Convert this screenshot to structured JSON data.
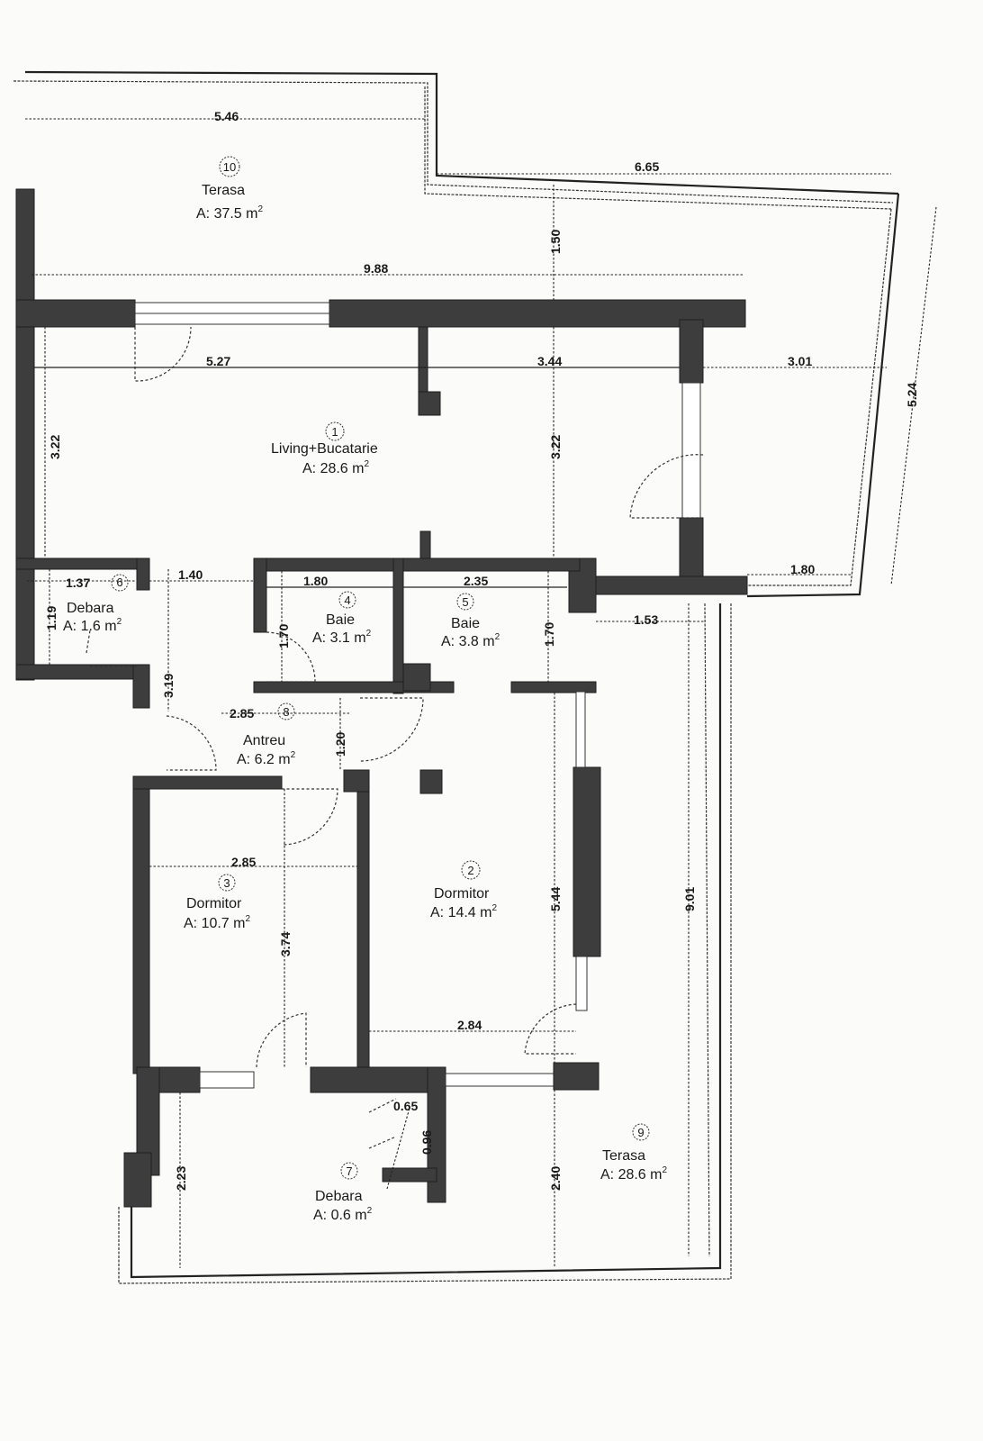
{
  "rooms": [
    {
      "id": "1",
      "name": "Living+Bucatarie",
      "area": "A: 28.6 m",
      "unit_sup": "2"
    },
    {
      "id": "2",
      "name": "Dormitor",
      "area": "A: 14.4 m",
      "unit_sup": "2"
    },
    {
      "id": "3",
      "name": "Dormitor",
      "area": "A: 10.7 m",
      "unit_sup": "2"
    },
    {
      "id": "4",
      "name": "Baie",
      "area": "A: 3.1 m",
      "unit_sup": "2"
    },
    {
      "id": "5",
      "name": "Baie",
      "area": "A: 3.8 m",
      "unit_sup": "2"
    },
    {
      "id": "6",
      "name": "Debara",
      "area": "A: 1.6 m",
      "unit_sup": "2"
    },
    {
      "id": "7",
      "name": "Debara",
      "area": "A: 0.6 m",
      "unit_sup": "2"
    },
    {
      "id": "8",
      "name": "Antreu",
      "area": "A: 6.2 m",
      "unit_sup": "2"
    },
    {
      "id": "9",
      "name": "Terasa",
      "area": "A: 28.6 m",
      "unit_sup": "2"
    },
    {
      "id": "10",
      "name": "Terasa",
      "area": "A: 37.5 m",
      "unit_sup": "2"
    }
  ],
  "dimensions": {
    "terrace_top_width": "5.46",
    "terrace_right_width": "6.65",
    "terrace_depth": "1.50",
    "living_total_width": "9.88",
    "living_left_width": "5.27",
    "living_right_width": "3.44",
    "right_terrace_width": "3.01",
    "right_terrace_height": "5.24",
    "living_height_left": "3.22",
    "living_height_mid": "3.22",
    "debara6_width": "1.37",
    "debara6_height": "1.19",
    "corridor_width": "1.40",
    "corridor_height": "3.19",
    "bath4_width": "1.80",
    "bath4_height": "1.70",
    "bath5_width": "2.35",
    "bath5_height": "1.70",
    "right_terrace_bottom": "1.80",
    "east_terrace_width": "1.53",
    "entry_width": "2.85",
    "entry_height": "1.20",
    "bed3_width": "2.85",
    "bed3_height": "3.74",
    "bed2_height": "5.44",
    "east_terrace_height": "9.01",
    "bed2_width": "2.84",
    "debara7_width": "0.65",
    "debara7_height": "0.96",
    "south_left_height": "2.23",
    "south_mid_height": "2.40"
  }
}
